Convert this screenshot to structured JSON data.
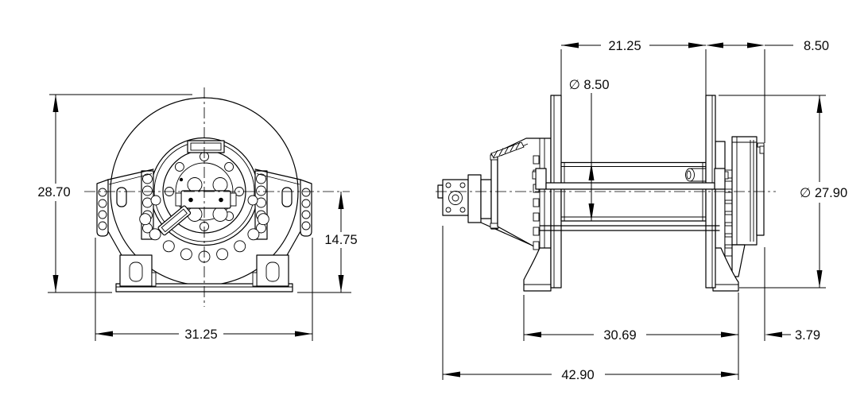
{
  "drawing": {
    "type": "engineering-dimension-drawing",
    "subject": "hydraulic winch, front and side views",
    "units_implied": "inches",
    "colors": {
      "line": "#000000",
      "text": "#0a0a0a",
      "background": "#ffffff"
    },
    "dims": {
      "front_overall_height": "28.70",
      "front_base_width": "31.25",
      "front_center_to_base": "14.75",
      "drum_length": "21.25",
      "flange_to_end": "8.50",
      "barrel_diameter": "∅ 8.50",
      "flange_diameter": "∅ 27.90",
      "mount_span": "30.69",
      "end_offset": "3.79",
      "overall_length": "42.90"
    }
  }
}
